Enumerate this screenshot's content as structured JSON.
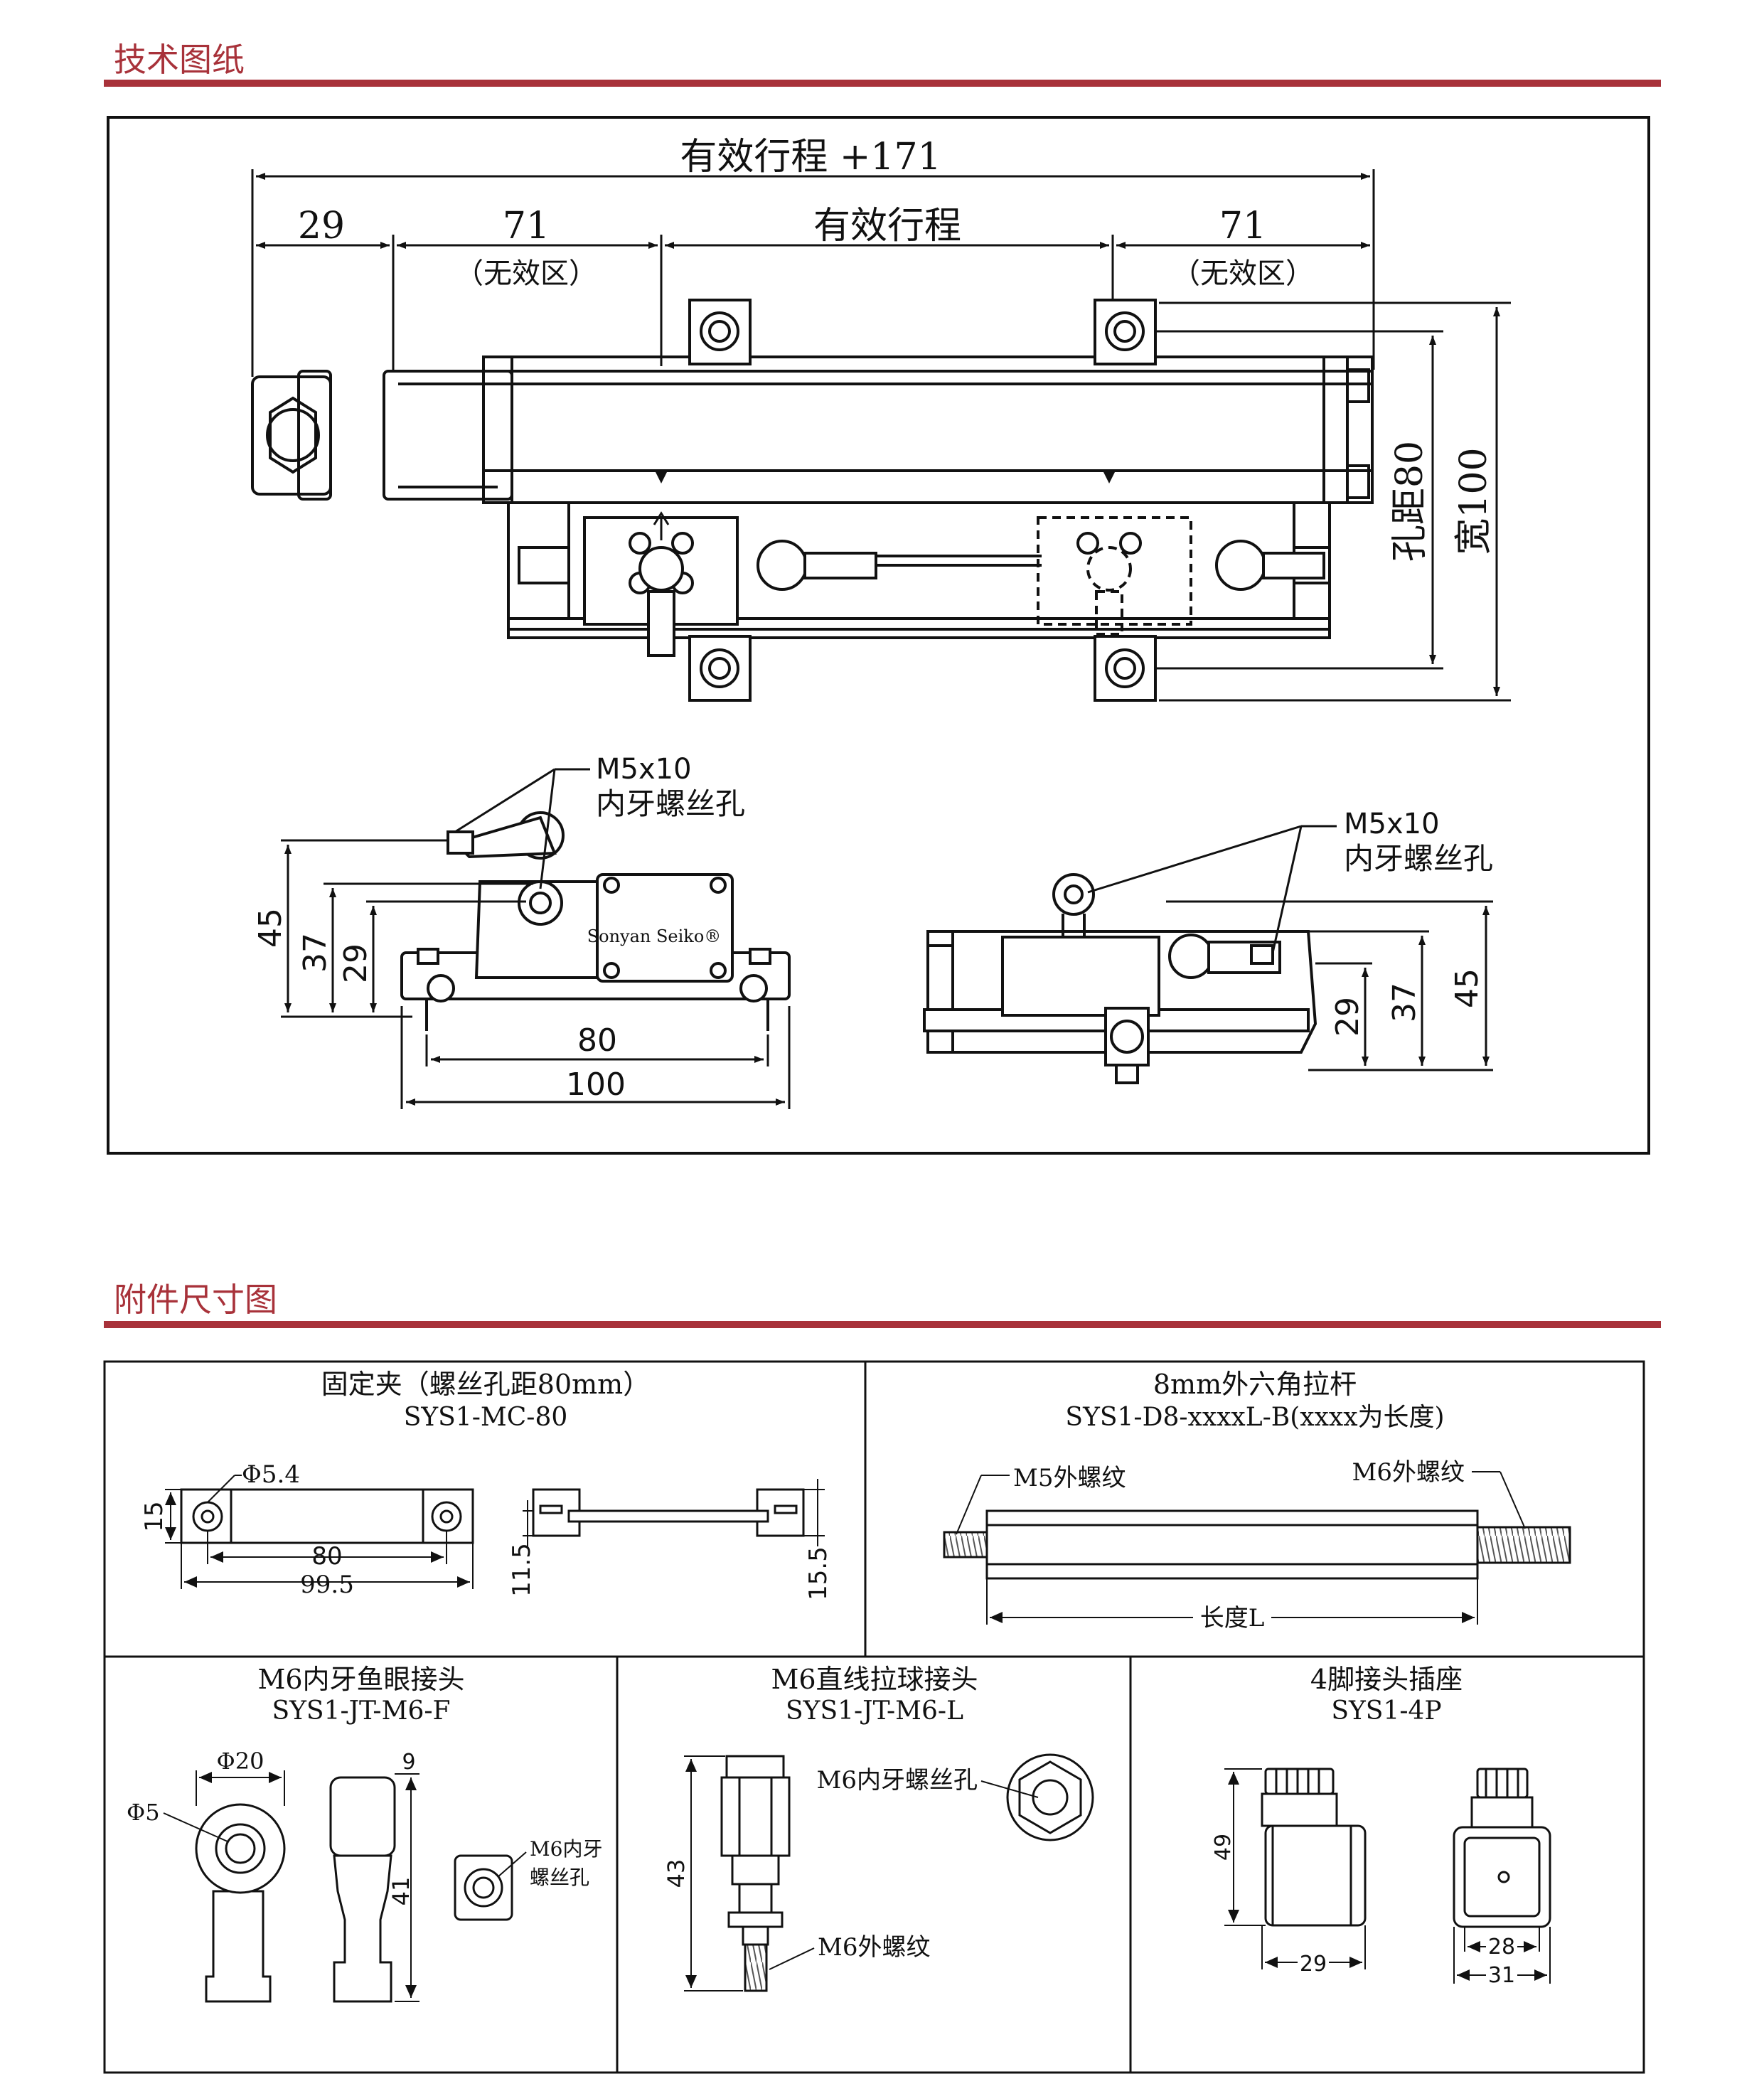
{
  "sections": {
    "drawing_title": "技术图纸",
    "accessory_title": "附件尺寸图"
  },
  "drawing": {
    "total_stroke": "有效行程 +171",
    "left_end": "29",
    "dead_zone_left": "71",
    "dead_zone_right": "71",
    "dead_zone_label_left": "（无效区）",
    "dead_zone_label_right": "（无效区）",
    "stroke": "有效行程",
    "hole_pitch": "孔距80",
    "width": "宽100",
    "side_left": {
      "callout_line1": "M5x10",
      "callout_line2": "内牙螺丝孔",
      "h45": "45",
      "h37": "37",
      "h29": "29",
      "w80": "80",
      "w100": "100",
      "brand": "Sonyan Seiko®"
    },
    "side_right": {
      "callout_line1": "M5x10",
      "callout_line2": "内牙螺丝孔",
      "h29": "29",
      "h37": "37",
      "h45": "45"
    }
  },
  "accessories": {
    "clamp": {
      "title": "固定夹（螺丝孔距80mm）",
      "code": "SYS1-MC-80",
      "hole": "Φ5.4",
      "h15": "15",
      "w80": "80",
      "w99": "99.5",
      "t11": "11.5",
      "t15": "15.5"
    },
    "rod": {
      "title": "8mm外六角拉杆",
      "code": "SYS1-D8-xxxxL-B(xxxx为长度)",
      "left_thread": "M5外螺纹",
      "right_thread": "M6外螺纹",
      "length": "长度L"
    },
    "rod_end": {
      "title": "M6内牙鱼眼接头",
      "code": "SYS1-JT-M6-F",
      "d20": "Φ20",
      "d5": "Φ5",
      "w9": "9",
      "h41": "41",
      "thread_line1": "M6内牙",
      "thread_line2": "螺丝孔"
    },
    "ball_joint": {
      "title": "M6直线拉球接头",
      "code": "SYS1-JT-M6-L",
      "h43": "43",
      "inner": "M6内牙螺丝孔",
      "outer": "M6外螺纹"
    },
    "socket": {
      "title": "4脚接头插座",
      "code": "SYS1-4P",
      "h49": "49",
      "w29": "29",
      "w28": "28",
      "w31": "31"
    }
  }
}
